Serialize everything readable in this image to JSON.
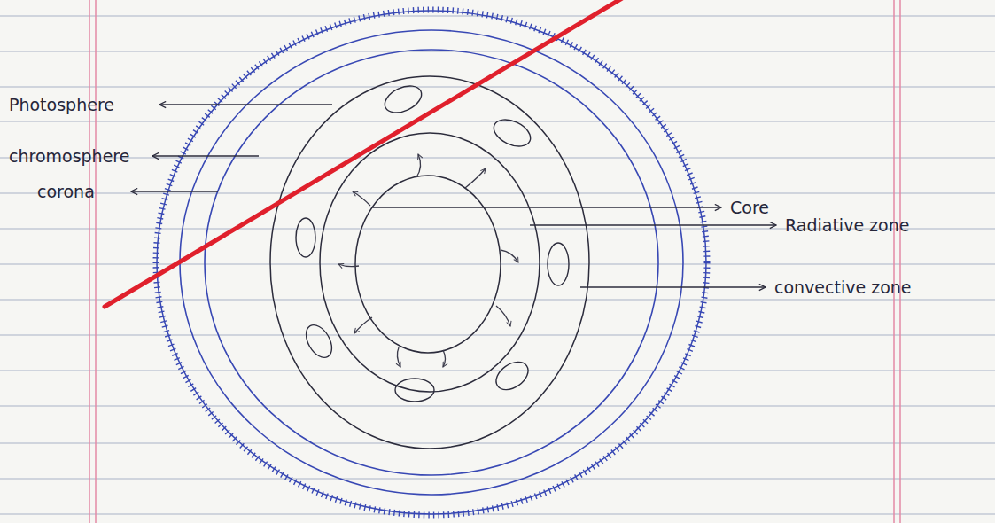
{
  "diagram": {
    "labels": [
      "Photosphere",
      "chromosphere",
      "corona",
      "Core",
      "Radiative zone",
      "convective zone"
    ]
  }
}
